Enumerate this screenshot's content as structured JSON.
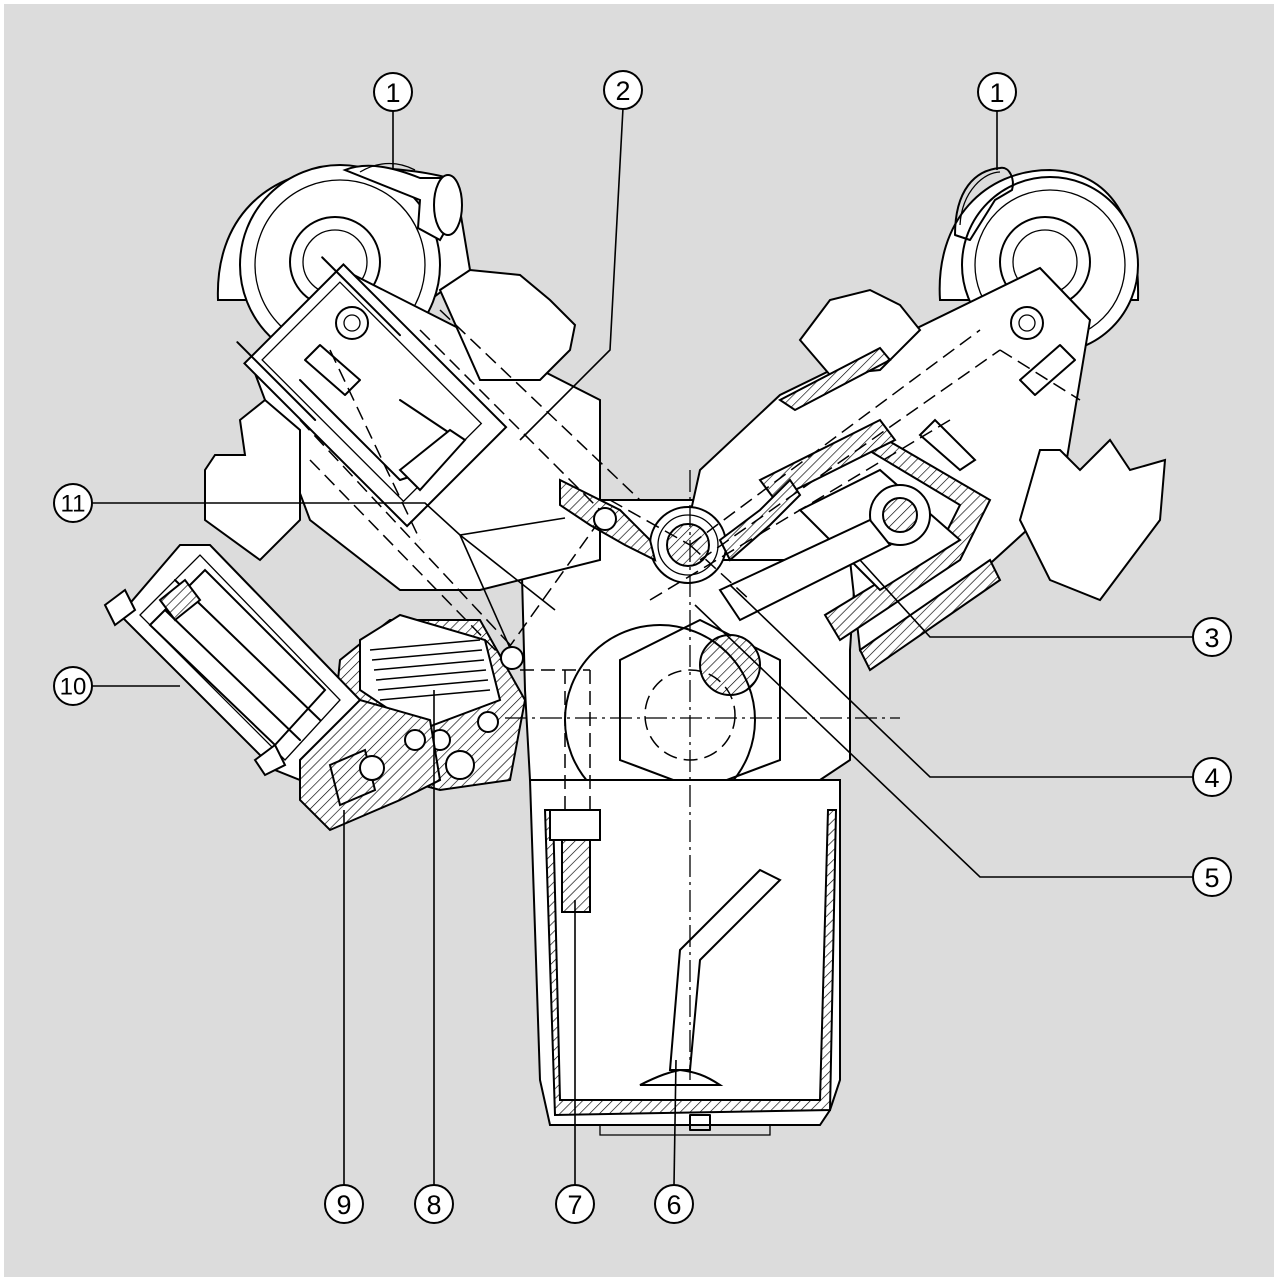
{
  "colors": {
    "background": "#dcdcdc",
    "line": "#000000",
    "callout_fill": "#ffffff"
  },
  "callouts": [
    "1",
    "1",
    "2",
    "3",
    "4",
    "5",
    "6",
    "7",
    "8",
    "9",
    "10",
    "11"
  ]
}
